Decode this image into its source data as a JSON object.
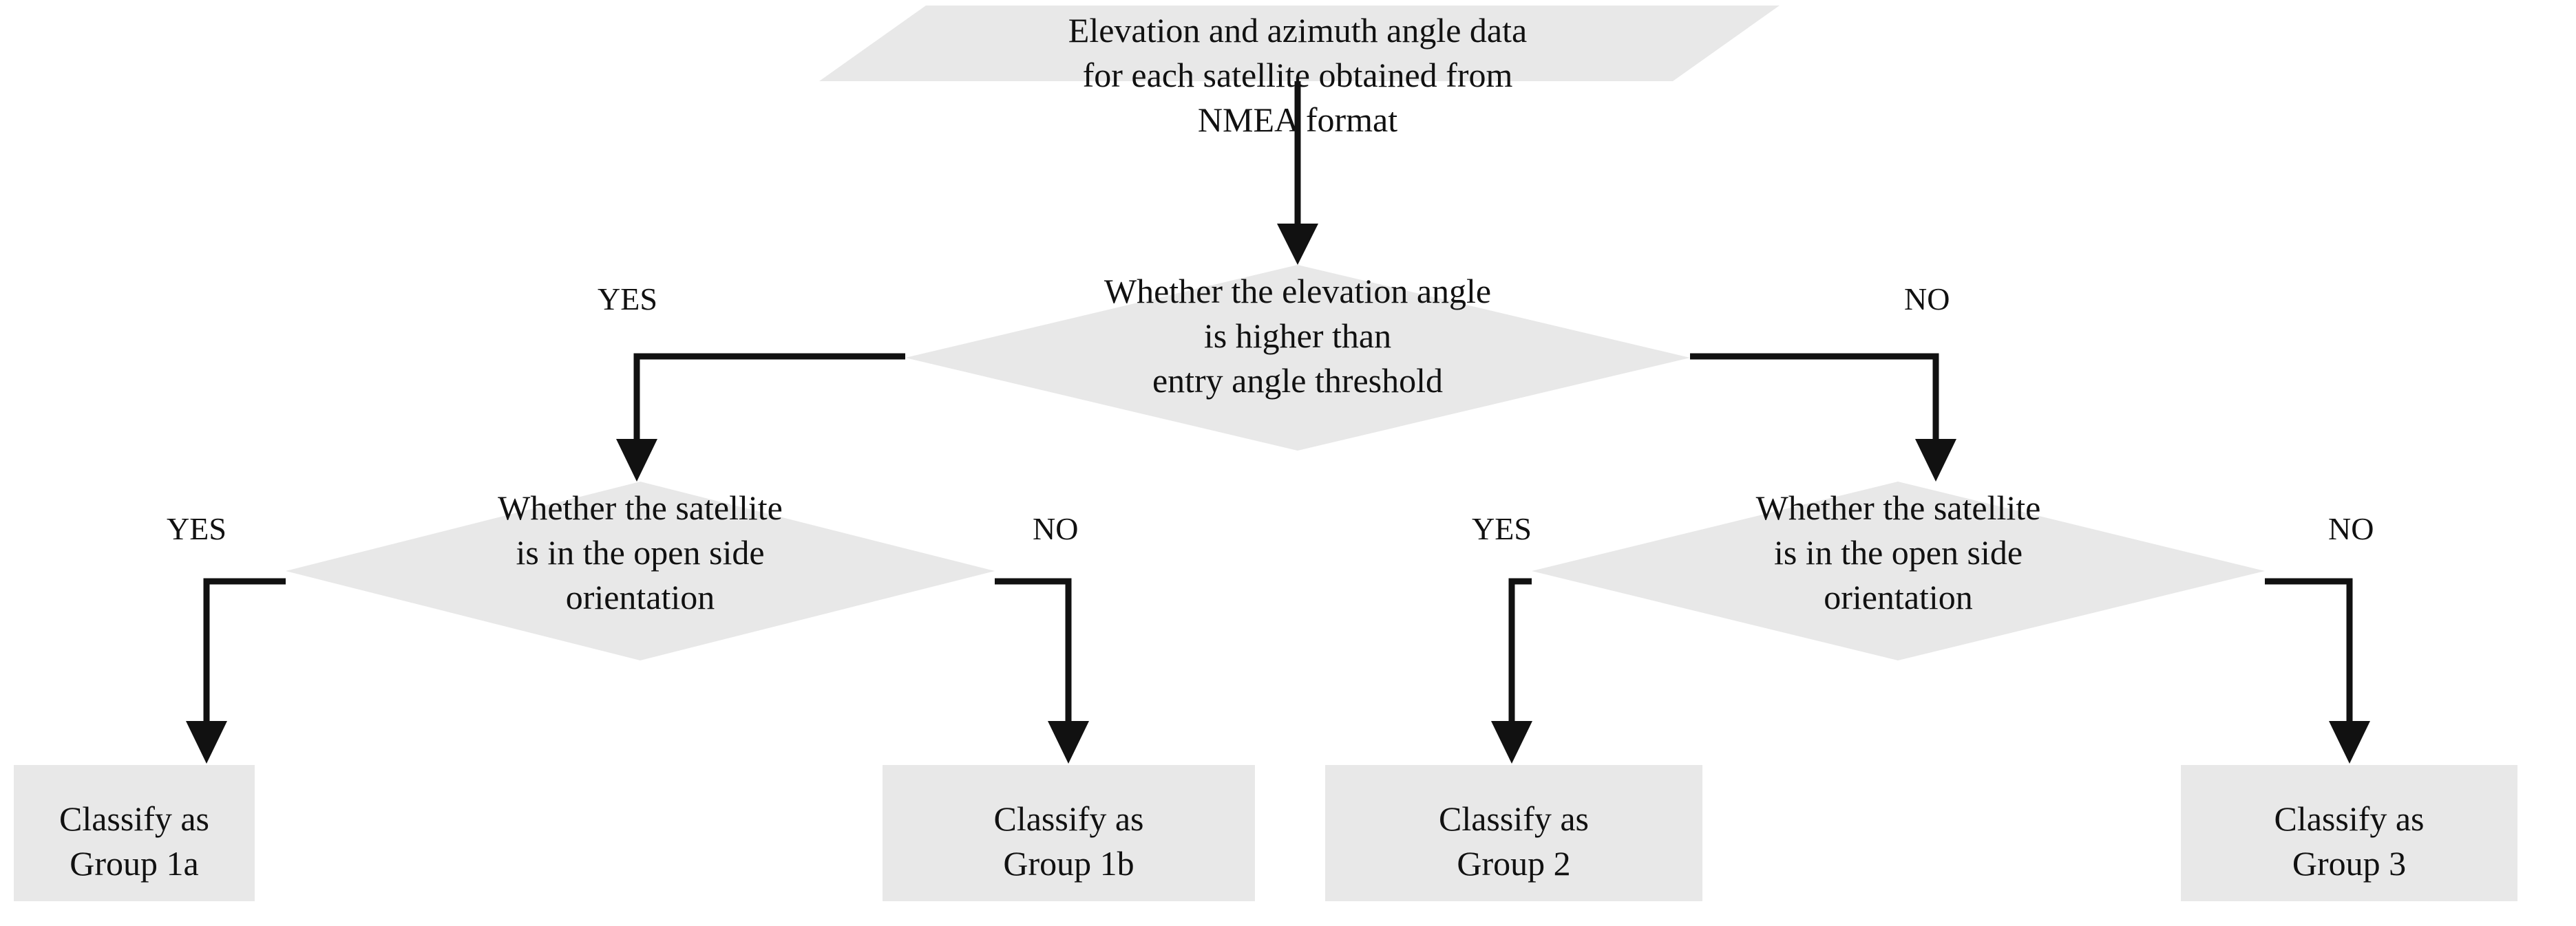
{
  "diagram": {
    "type": "flowchart",
    "title": "Satellite classification decision flowchart",
    "colors": {
      "shape_fill": "#e8e8e8",
      "line": "#111111",
      "text": "#111111",
      "background": "#ffffff"
    },
    "nodes": {
      "input": {
        "shape": "parallelogram",
        "text": "Elevation and azimuth angle data\nfor each satellite obtained from\nNMEA format"
      },
      "decision_elevation": {
        "shape": "diamond",
        "text": "Whether the elevation angle\nis higher than\nentry angle threshold"
      },
      "decision_open_side_left": {
        "shape": "diamond",
        "text": "Whether the satellite\nis in the open side\norientation"
      },
      "decision_open_side_right": {
        "shape": "diamond",
        "text": "Whether the satellite\nis in the open side\norientation"
      },
      "result_group_1a": {
        "shape": "rectangle",
        "text": "Classify   as\nGroup 1a"
      },
      "result_group_1b": {
        "shape": "rectangle",
        "text": "Classify   as\nGroup 1b"
      },
      "result_group_2": {
        "shape": "rectangle",
        "text": "Classify   as\nGroup 2"
      },
      "result_group_3": {
        "shape": "rectangle",
        "text": "Classify   as\nGroup 3"
      }
    },
    "edge_labels": {
      "elevation_yes": "YES",
      "elevation_no": "NO",
      "left_yes": "YES",
      "left_no": "NO",
      "right_yes": "YES",
      "right_no": "NO"
    },
    "edges": [
      {
        "from": "input",
        "to": "decision_elevation",
        "label": ""
      },
      {
        "from": "decision_elevation",
        "to": "decision_open_side_left",
        "label": "YES"
      },
      {
        "from": "decision_elevation",
        "to": "decision_open_side_right",
        "label": "NO"
      },
      {
        "from": "decision_open_side_left",
        "to": "result_group_1a",
        "label": "YES"
      },
      {
        "from": "decision_open_side_left",
        "to": "result_group_1b",
        "label": "NO"
      },
      {
        "from": "decision_open_side_right",
        "to": "result_group_2",
        "label": "YES"
      },
      {
        "from": "decision_open_side_right",
        "to": "result_group_3",
        "label": "NO"
      }
    ]
  }
}
